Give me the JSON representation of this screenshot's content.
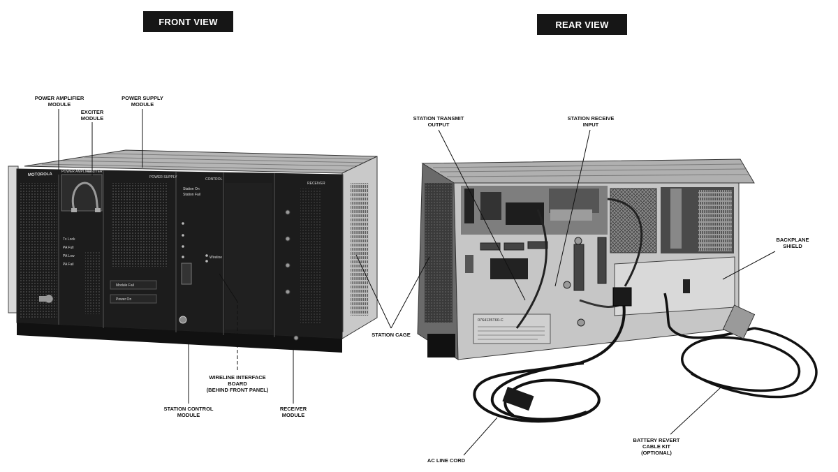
{
  "titles": {
    "front": "FRONT VIEW",
    "rear": "REAR VIEW"
  },
  "front_labels": {
    "power_amplifier": "POWER AMPLIFIER\nMODULE",
    "exciter": "EXCITER\nMODULE",
    "power_supply": "POWER SUPPLY\nMODULE",
    "wireline": "WIRELINE INTERFACE\nBOARD\n(BEHIND FRONT PANEL)",
    "station_control": "STATION CONTROL\nMODULE",
    "receiver": "RECEIVER\nMODULE",
    "station_cage": "STATION CAGE"
  },
  "rear_labels": {
    "transmit_output": "STATION TRANSMIT\nOUTPUT",
    "receive_input": "STATION RECEIVE\nINPUT",
    "backplane_shield": "BACKPLANE\nSHIELD",
    "ac_line_cord": "AC LINE CORD",
    "battery_revert": "BATTERY REVERT\nCABLE KIT\n(OPTIONAL)"
  },
  "panel_text": {
    "brand": "MOTOROLA",
    "pa": "POWER AMPLIFIER",
    "exciter": "EXCITER",
    "power_supply": "POWER SUPPLY",
    "control": "CONTROL",
    "receiver": "RECEIVER",
    "tx_lock": "Tx Lock",
    "pa_full": "PA Full",
    "pa_low": "PA Low",
    "pa_fail": "PA Fail",
    "module_fail": "Module Fail",
    "power_on": "Power On",
    "station_on": "Station On",
    "station_fail": "Station Fail",
    "wireline": "Wireline",
    "part_number": "0764135T60-C"
  },
  "colors": {
    "title_bg": "#161616",
    "title_fg": "#ffffff",
    "ink": "#111111"
  }
}
